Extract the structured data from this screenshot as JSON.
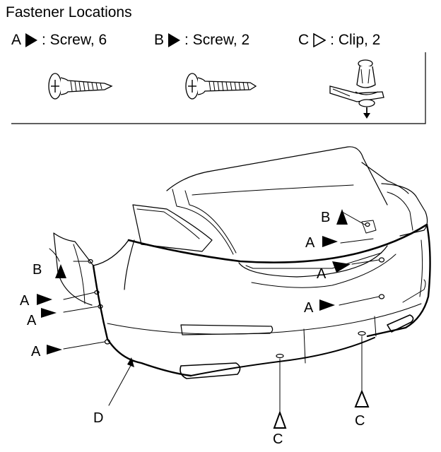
{
  "title": "Fastener Locations",
  "legend": [
    {
      "letter": "A",
      "marker": "filled-triangle-right",
      "text": ": Screw, 6"
    },
    {
      "letter": "B",
      "marker": "filled-triangle-right",
      "text": ": Screw, 2"
    },
    {
      "letter": "C",
      "marker": "open-triangle-right",
      "text": ": Clip, 2"
    }
  ],
  "callouts": {
    "a": "A",
    "b": "B",
    "c": "C",
    "d": "D"
  },
  "icons": [
    "screw-icon",
    "screw-icon",
    "clip-icon"
  ]
}
